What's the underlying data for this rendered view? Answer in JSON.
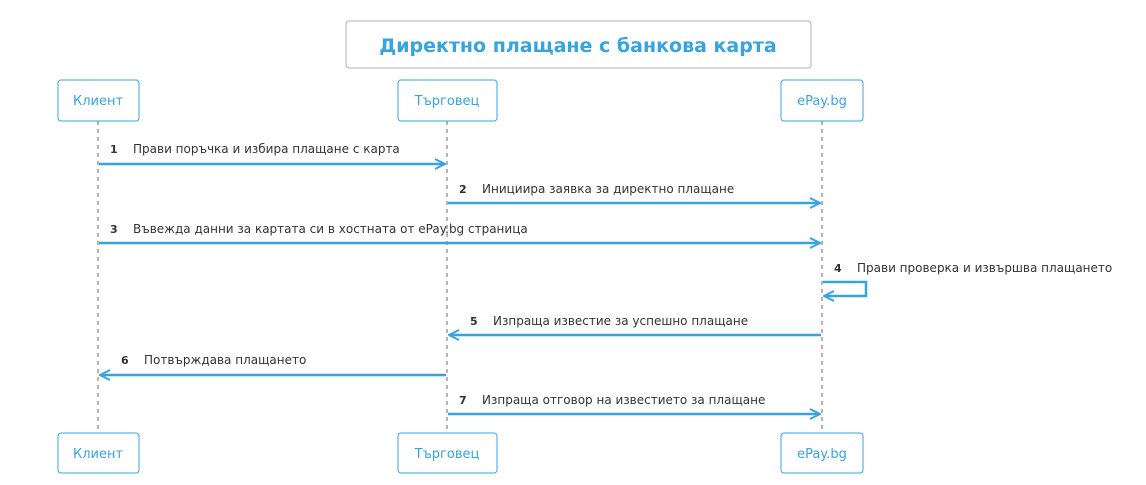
{
  "diagram": {
    "title": "Директно плащане с банкова карта",
    "colors": {
      "accent": "#35a4e0",
      "box_border": "#35a4e0",
      "title_border": "#b0b0b0",
      "lifeline": "#b5b5b5",
      "text": "#333333"
    },
    "participants": [
      {
        "id": "client",
        "label": "Клиент"
      },
      {
        "id": "merchant",
        "label": "Търговец"
      },
      {
        "id": "epay",
        "label": "ePay.bg"
      }
    ],
    "messages": [
      {
        "number": "1",
        "from": "client",
        "to": "merchant",
        "label": "Прави поръчка и избира плащане с карта"
      },
      {
        "number": "2",
        "from": "merchant",
        "to": "epay",
        "label": "Инициира заявка за директно плащане"
      },
      {
        "number": "3",
        "from": "client",
        "to": "epay",
        "label": "Въвежда данни за картата си в хостната от ePay.bg страница"
      },
      {
        "number": "4",
        "from": "epay",
        "to": "epay",
        "label": "Прави проверка и извършва плащането"
      },
      {
        "number": "5",
        "from": "epay",
        "to": "merchant",
        "label": "Изпраща известие за успешно плащане"
      },
      {
        "number": "6",
        "from": "merchant",
        "to": "client",
        "label": "Потвърждава плащането"
      },
      {
        "number": "7",
        "from": "merchant",
        "to": "epay",
        "label": "Изпраща отговор на известието за плащане"
      }
    ]
  }
}
